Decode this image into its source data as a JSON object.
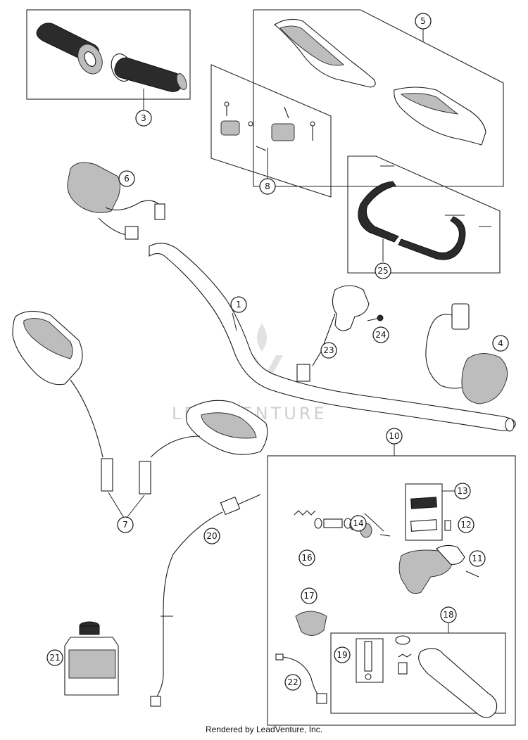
{
  "callouts": {
    "c1": "1",
    "c3": "3",
    "c4": "4",
    "c5": "5",
    "c6": "6",
    "c7": "7",
    "c8": "8",
    "c10": "10",
    "c11": "11",
    "c12": "12",
    "c13": "13",
    "c14": "14",
    "c16": "16",
    "c17": "17",
    "c18": "18",
    "c19": "19",
    "c20": "20",
    "c21": "21",
    "c22": "22",
    "c23": "23",
    "c24": "24",
    "c25": "25"
  },
  "watermark": "LEADVENTURE",
  "footer": "Rendered by LeadVenture, Inc."
}
